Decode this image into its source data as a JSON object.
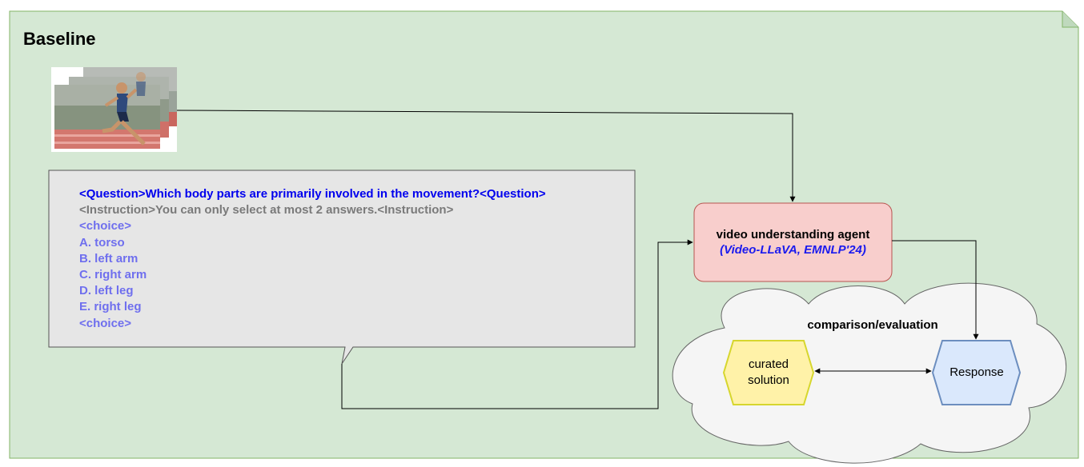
{
  "title": "Baseline",
  "prompt": {
    "question": "<Question>Which body parts are primarily involved in the movement?<Question>",
    "instruction": "<Instruction>You can only select at most 2 answers.<Instruction>",
    "choice_open": "<choice>",
    "choices": [
      "A. torso",
      "B. left arm",
      "C. right arm",
      "D. left leg",
      "E. right leg"
    ],
    "choice_close": "<choice>"
  },
  "agent": {
    "name": "video understanding agent",
    "reference": "(Video-LLaVA, EMNLP'24)"
  },
  "evaluation": {
    "label": "comparison/evaluation",
    "curated_solution": "curated solution",
    "response": "Response"
  },
  "colors": {
    "panel_bg": "#d5e8d4",
    "panel_border": "#82b366",
    "agent_fill": "#f8cecc",
    "agent_border": "#b85450",
    "curated_fill": "#fff2a8",
    "curated_border": "#d6d62e",
    "response_fill": "#dae8fc",
    "response_border": "#6c8ebf",
    "cloud_fill": "#f5f5f5"
  }
}
